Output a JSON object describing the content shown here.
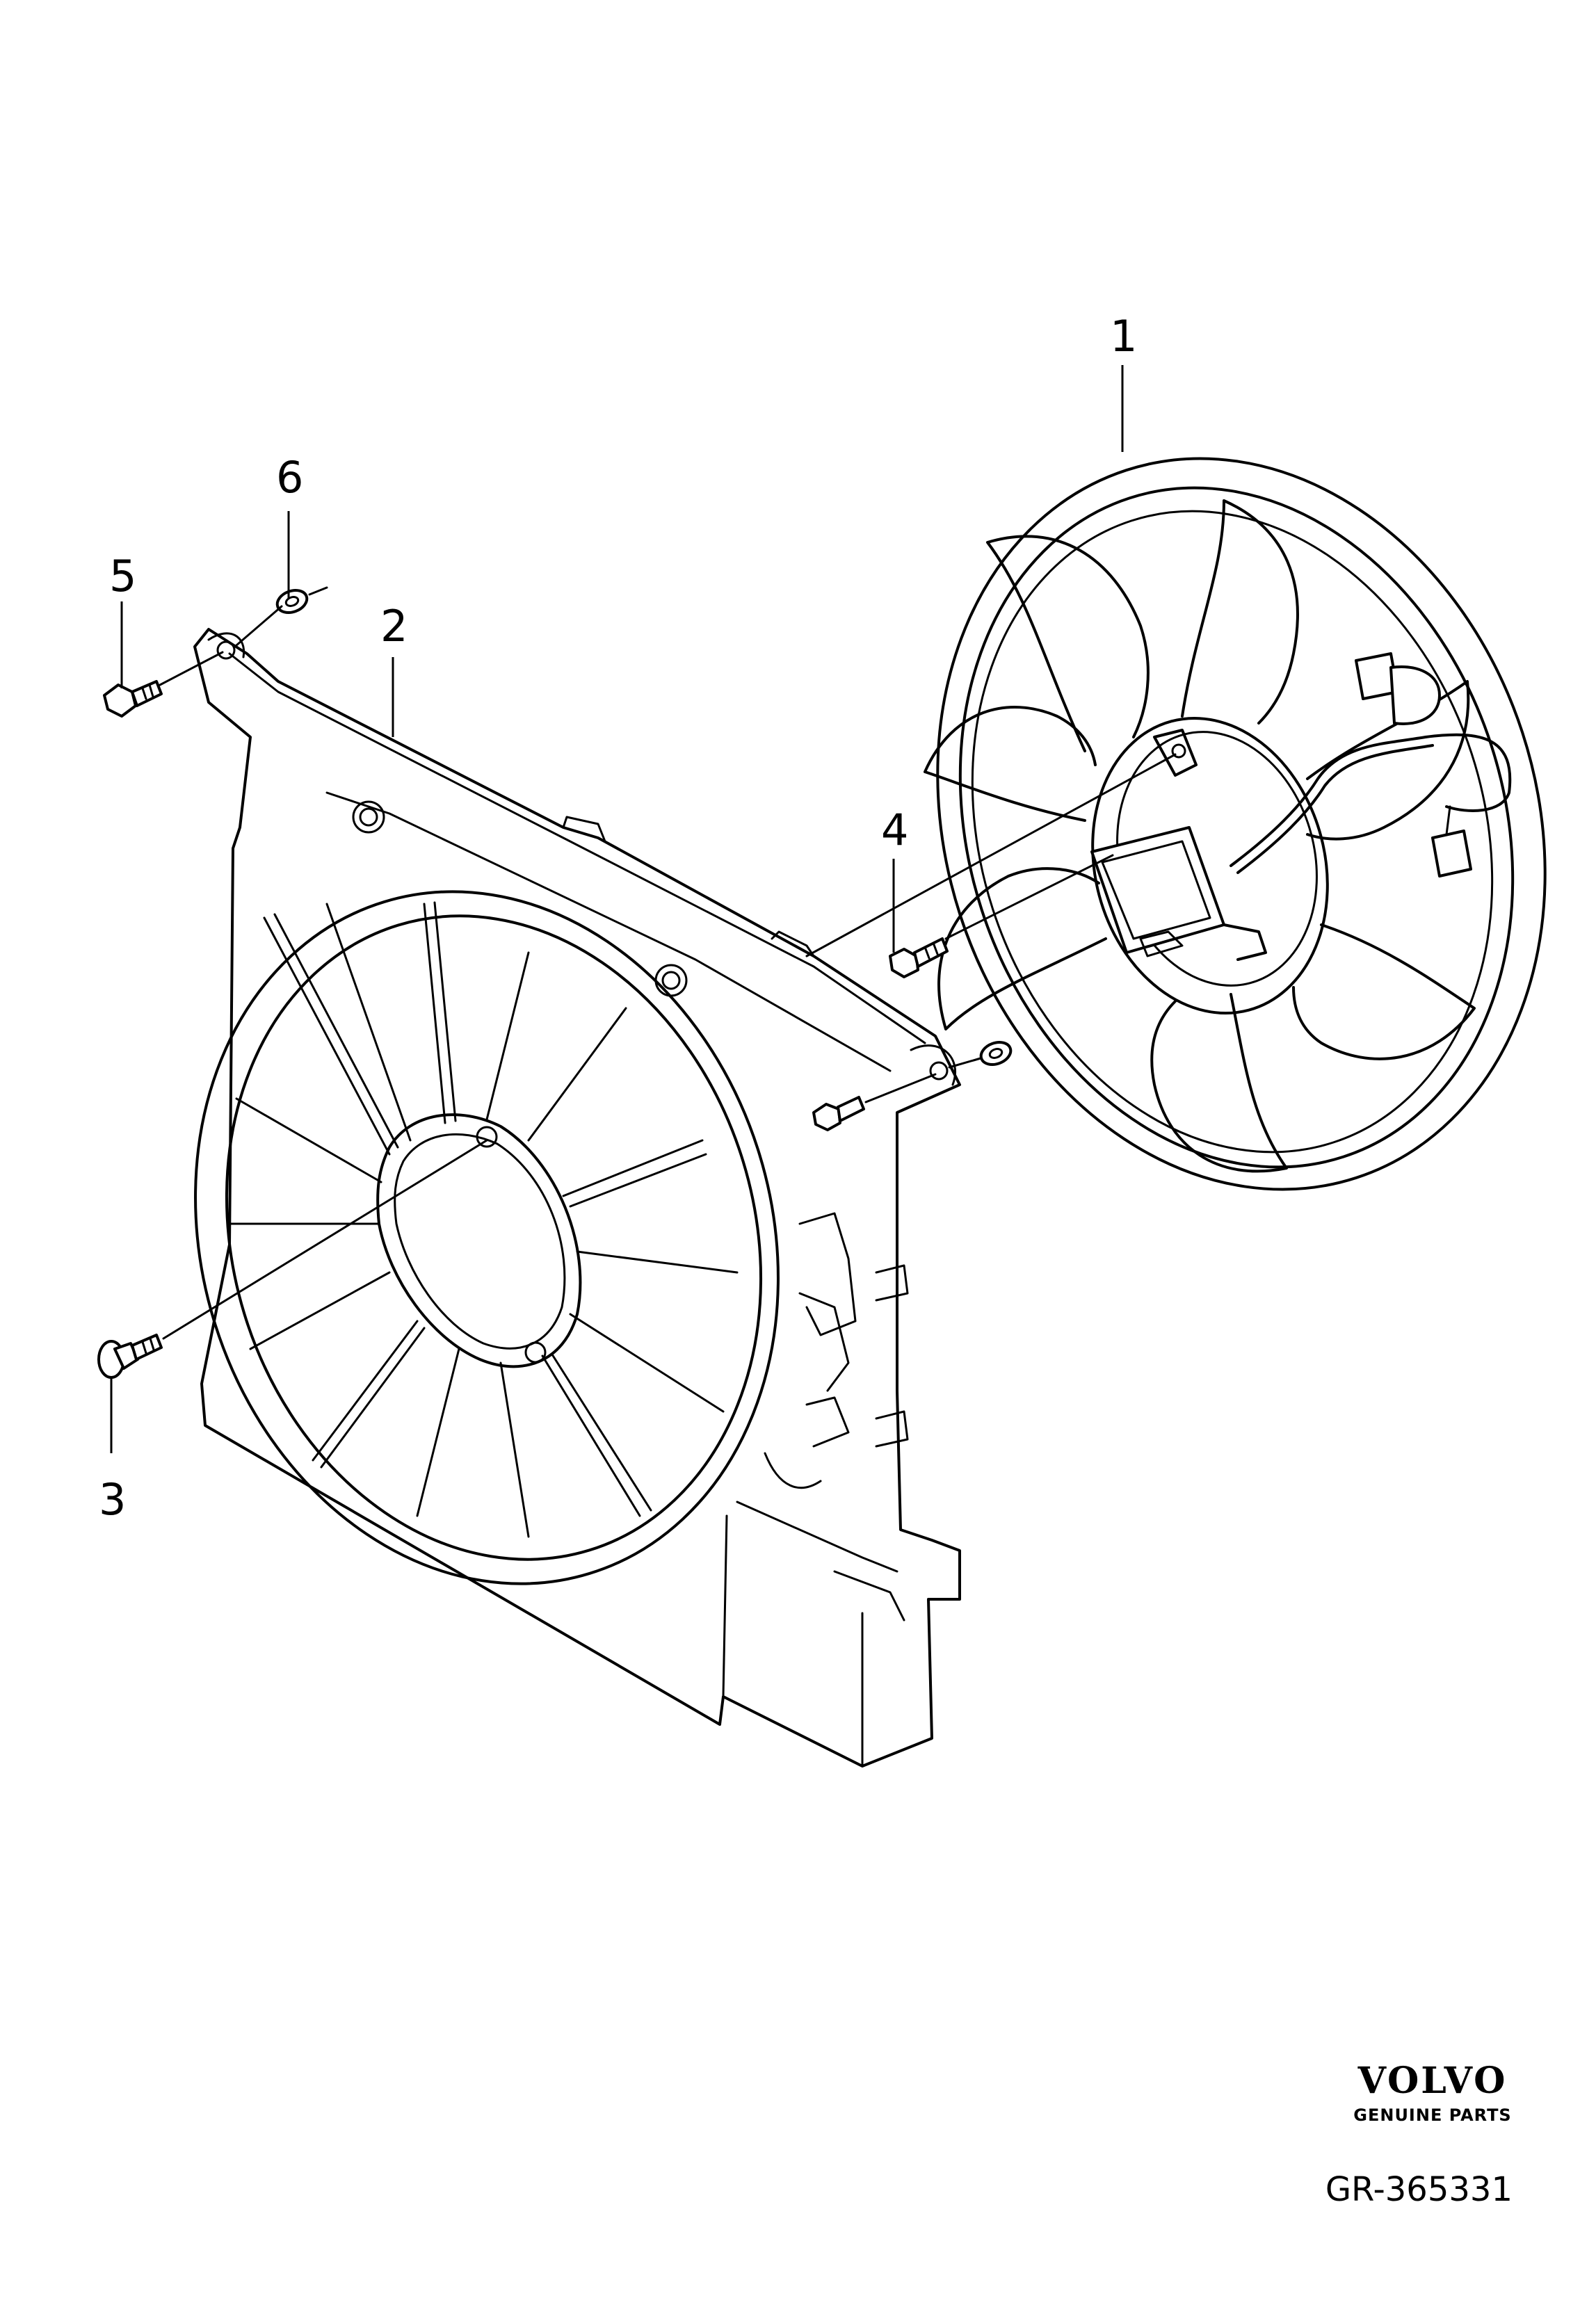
{
  "callouts": {
    "c1": "1",
    "c2": "2",
    "c3": "3",
    "c4": "4",
    "c5": "5",
    "c6": "6"
  },
  "logo": {
    "brand": "VOLVO",
    "tagline": "GENUINE PARTS"
  },
  "figure_ref": "GR-365331"
}
